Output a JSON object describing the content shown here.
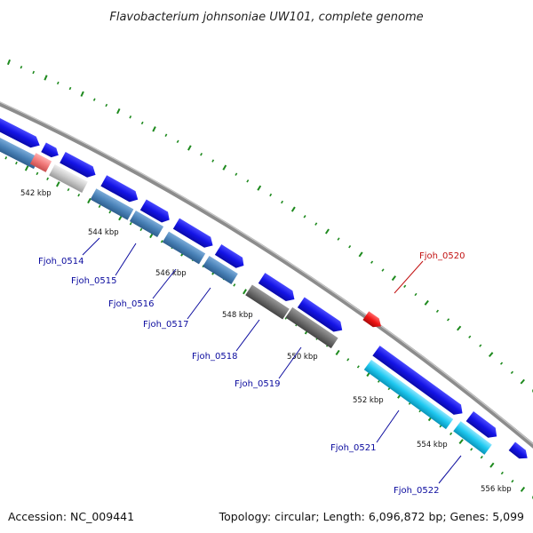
{
  "title": "Flavobacterium johnsoniae UW101, complete genome",
  "footer": {
    "accession": "Accession: NC_009441",
    "summary": "Topology: circular; Length: 6,096,872 bp; Genes: 5,099"
  },
  "kbp_labels": [
    "542 kbp",
    "544 kbp",
    "546 kbp",
    "548 kbp",
    "550 kbp",
    "552 kbp",
    "554 kbp",
    "556 kbp"
  ],
  "gene_labels": [
    {
      "id": "Fjoh_0514",
      "color": "#0a0a9e"
    },
    {
      "id": "Fjoh_0515",
      "color": "#0a0a9e"
    },
    {
      "id": "Fjoh_0516",
      "color": "#0a0a9e"
    },
    {
      "id": "Fjoh_0517",
      "color": "#0a0a9e"
    },
    {
      "id": "Fjoh_0518",
      "color": "#0a0a9e"
    },
    {
      "id": "Fjoh_0519",
      "color": "#0a0a9e"
    },
    {
      "id": "Fjoh_0520",
      "color": "#c21212"
    },
    {
      "id": "Fjoh_0521",
      "color": "#0a0a9e"
    },
    {
      "id": "Fjoh_0522",
      "color": "#0a0a9e"
    }
  ],
  "colors": {
    "backbone": "#8c8c8c",
    "tick": "#1e8a1e",
    "gene_blue": "#1414e6",
    "cds_steel": "#4a82b8",
    "cds_gray": "#6e6e6e",
    "cds_light_gray": "#c8c8c8",
    "cds_cyan": "#1ec8f0",
    "cds_pink": "#f07878",
    "gene_red": "#f01414"
  }
}
